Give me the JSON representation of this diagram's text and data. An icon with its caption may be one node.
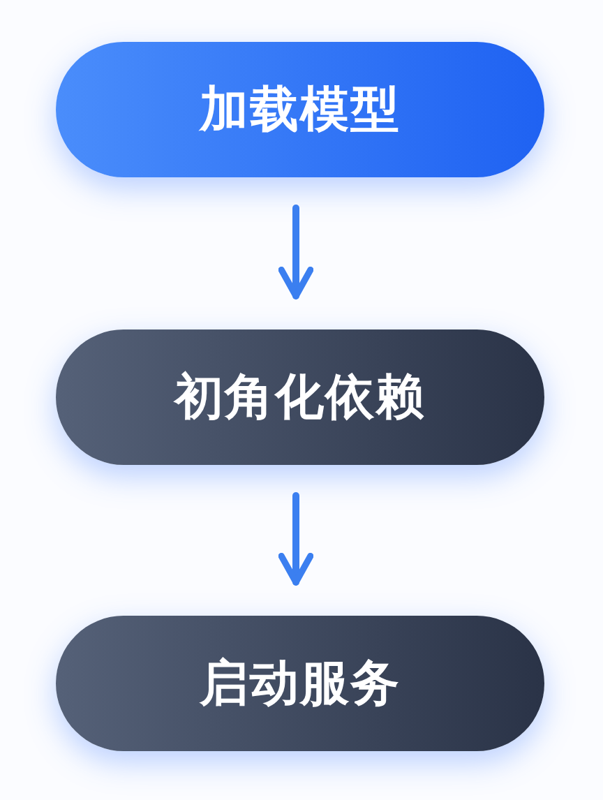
{
  "diagram": {
    "nodes": [
      {
        "text": [
          "加载模型"
        ]
      },
      {
        "text": [
          "初角化依赖"
        ]
      },
      {
        "text": [
          "启动服务"
        ]
      }
    ],
    "edges": [
      {
        "from": 0,
        "to": 1,
        "arrow": "to"
      },
      {
        "from": 1,
        "to": 2,
        "arrow": "to"
      }
    ]
  }
}
